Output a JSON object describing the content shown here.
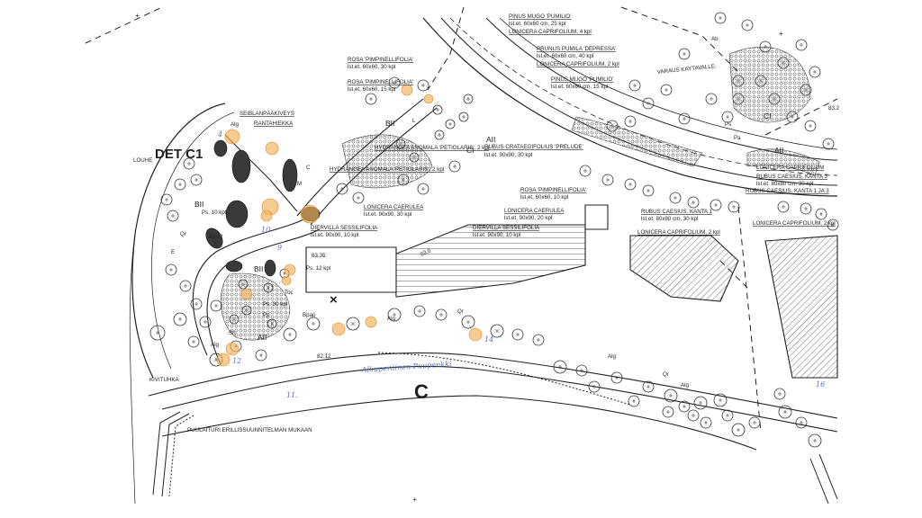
{
  "title": "DET C1",
  "section_marker": "C",
  "edge_labels": {
    "louhe": "LOUHE",
    "kivituhka": "KIVITUHKA",
    "puulaituri": "PUULAITURI ERILLISSUUNNITELMAN MUKAAN",
    "varaus": "VARAUS KAYTAVALLE"
  },
  "path_labels": {
    "seiblanpaakiveys": "SEIBLANPÄÄKIVEYS",
    "rantahiekka": "RANTAHIEKKA"
  },
  "plant_labels": [
    {
      "name": "PINUS MUGO 'PUMILIO'",
      "spec": "lst.et. 60x60 cm, 25 kpl"
    },
    {
      "name": "LONICERA CAPRIFOLIUM, 4 kpl",
      "spec": ""
    },
    {
      "name": "PRUNUS PUMILA 'DEPRESSA'",
      "spec": "lst.et. 60x60 cm, 40 kpl"
    },
    {
      "name": "LONICERA CAPRIFOLIUM, 2 kpl",
      "spec": ""
    },
    {
      "name": "PINUS MUGO 'PUMILIO'",
      "spec": "lst.et. 60x60 cm, 15 kpl"
    },
    {
      "name": "ROSA 'PIMPINELLIFOLIA'",
      "spec": "lst.et. 60x60, 30 kpl"
    },
    {
      "name": "ROSA 'PIMPINELLIFOLIA'",
      "spec": "lst.et. 60x60, 15 kpl"
    },
    {
      "name": "HYDRANGEA ANOMALA 'PETIOLARIS', 2 kpl",
      "spec": ""
    },
    {
      "name": "RUBUS CRATAEGIFOLIUS 'PRELUDE'",
      "spec": "lst.et. 90x90, 30 kpl"
    },
    {
      "name": "HYDRANGEA ANOMALA 'PETIOLARIS', 2 kpl",
      "spec": ""
    },
    {
      "name": "ROSA 'PIMPINELLIFOLIA'",
      "spec": "lst.et. 60x60, 10 kpl"
    },
    {
      "name": "LONICERA CAERULEA",
      "spec": "lst.et. 90x90, 30 kpl"
    },
    {
      "name": "LONICERA CAERULEA",
      "spec": "lst.et. 90x90, 20 kpl"
    },
    {
      "name": "DIERVILLA SESSILIFOLIA",
      "spec": "lst.et. 90x90, 10 kpl"
    },
    {
      "name": "DIERVILLA SESSILIFOLIA",
      "spec": "lst.et. 90x90, 10 kpl"
    },
    {
      "name": "RUBUS CAESIUS, KANTA 1",
      "spec": "lst.et. 80x80 cm, 30 kpl"
    },
    {
      "name": "LONICERA CAPRIFOLIUM, 2 kpl",
      "spec": ""
    },
    {
      "name": "LONICERA CAPRIFOLIUM",
      "spec": ""
    },
    {
      "name": "RUBUS CAESIUS, KANTA 3",
      "spec": "lst.et. 80x80 cm, 30 kpl"
    },
    {
      "name": "RUBUS CAESIUS, KANTA 1 JA 3",
      "spec": ""
    },
    {
      "name": "LONICERA CAPRIFOLIUM, 2 kpl",
      "spec": ""
    }
  ],
  "area_codes": {
    "bii_left": "BII",
    "bii_mid": "BII",
    "bii_top": "BII",
    "aii_bottom": "AII",
    "aii_top": "AII",
    "aii_right": "AII",
    "ci_mid": "CI",
    "ci_right": "CI"
  },
  "quantities": {
    "ps_10": "Ps. 10 kpl",
    "ps_12": "Ps. 12 kpl",
    "ps_30": "Ps. 30 kpl"
  },
  "species_codes": [
    "Alg",
    "Qr",
    "Sh",
    "Pp",
    "Toc",
    "Bpap",
    "K",
    "L",
    "C",
    "M",
    "E",
    "Ab",
    "Ps",
    "Pa"
  ],
  "elevations": [
    "83.02",
    "83.35",
    "83.0",
    "82.12",
    "83.2"
  ],
  "handwritten": {
    "note_bottom": "Alkuperäinen Puupenkki",
    "num_1": "11.",
    "num_2": "16",
    "num_3": "12",
    "num_4": "14",
    "num_5": "9",
    "num_6": "10",
    "num_7": "4"
  },
  "markers": {
    "plus_sign": "+",
    "x_sign": "×"
  }
}
